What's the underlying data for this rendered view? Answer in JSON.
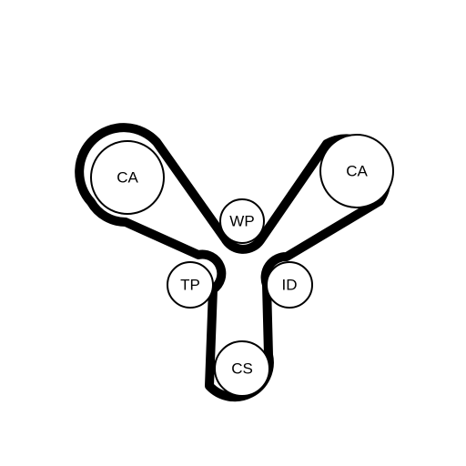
{
  "colors": {
    "belt": "#000000",
    "pulley_fill": "#ffffff",
    "pulley_outline": "#000000",
    "background": "#ffffff"
  },
  "pulleys": [
    {
      "id": "ca-left",
      "label": "CA"
    },
    {
      "id": "ca-right",
      "label": "CA"
    },
    {
      "id": "wp",
      "label": "WP"
    },
    {
      "id": "tp",
      "label": "TP"
    },
    {
      "id": "id",
      "label": "ID"
    },
    {
      "id": "cs",
      "label": "CS"
    }
  ]
}
